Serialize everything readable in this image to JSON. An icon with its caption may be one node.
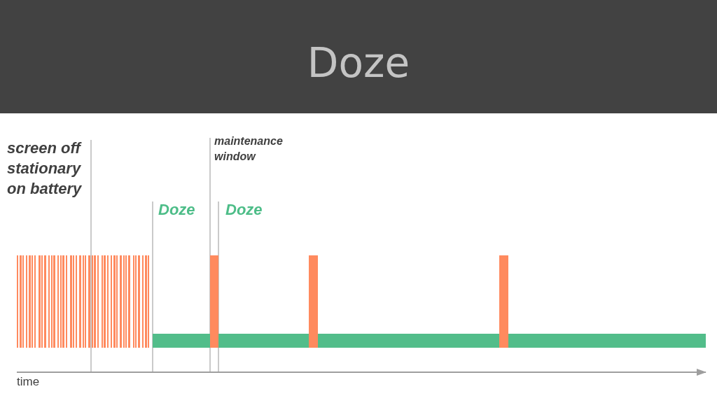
{
  "diagram": {
    "title": "Doze",
    "labels": [
      "screen off",
      "stationary",
      "on battery",
      "maintenance window",
      "Doze",
      "Doze",
      "time"
    ]
  }
}
